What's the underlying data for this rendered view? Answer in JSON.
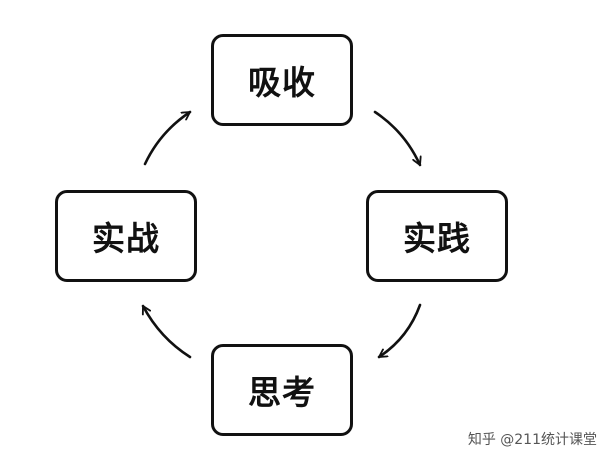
{
  "diagram": {
    "nodes": {
      "top": "吸收",
      "right": "实践",
      "bottom": "思考",
      "left": "实战"
    },
    "arrow_direction": "clockwise",
    "colors": {
      "stroke": "#111111",
      "background": "#ffffff"
    }
  },
  "watermark": {
    "text": "知乎 @211统计课堂"
  }
}
